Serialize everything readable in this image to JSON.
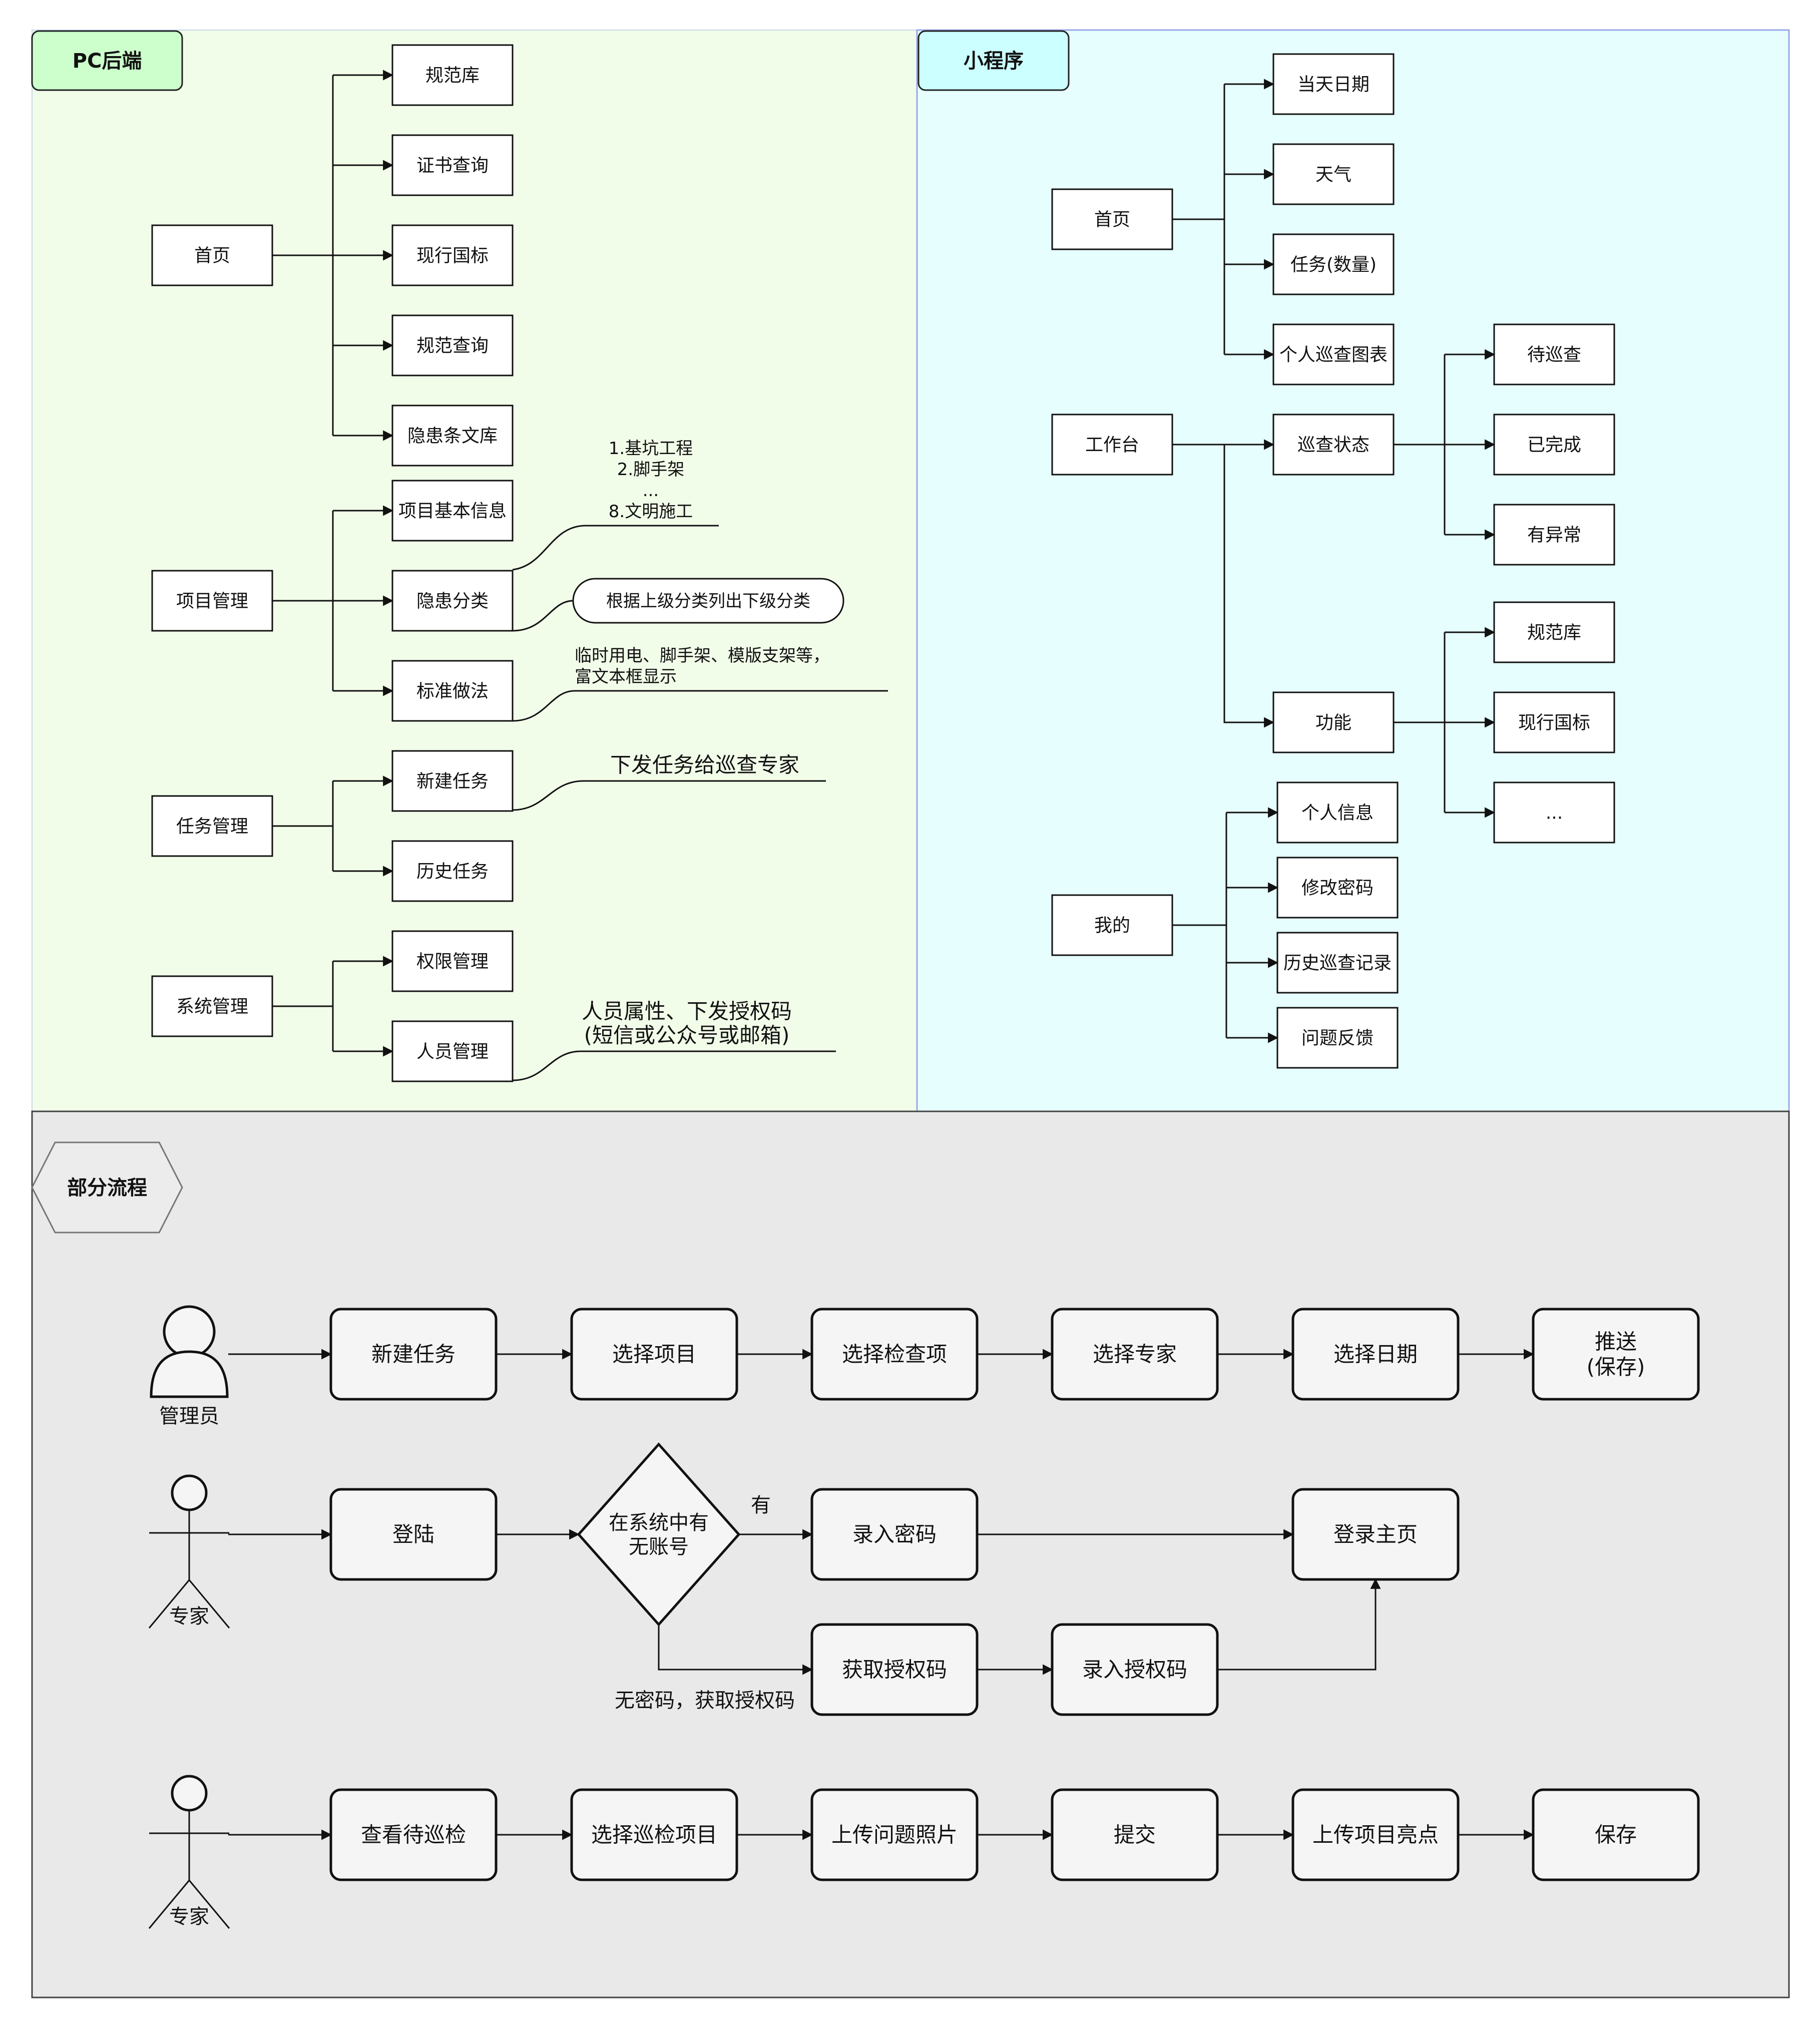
{
  "colors": {
    "pc_panel_bg": "#f2fde9",
    "mini_panel_bg": "#e6fefd",
    "flow_panel_bg": "#e9e9e9",
    "pc_header_bg": "#ccffcc",
    "mini_header_bg": "#ccffff",
    "header_text": "#ff0000",
    "node_fill": "#ffffff",
    "flow_node_fill": "#f5f5f5",
    "line": "#111111"
  },
  "pc": {
    "header": "PC后端",
    "home": "首页",
    "home_children": [
      "规范库",
      "证书查询",
      "现行国标",
      "规范查询",
      "隐患条文库"
    ],
    "project": "项目管理",
    "project_children": [
      "项目基本信息",
      "隐患分类",
      "标准做法"
    ],
    "hazard_note_lines": [
      "1.基坑工程",
      "2.脚手架",
      "...",
      "8.文明施工"
    ],
    "hazard_sub_note": "根据上级分类列出下级分类",
    "standard_note_lines": [
      "临时用电、脚手架、模版支架等，",
      "富文本框显示"
    ],
    "task": "任务管理",
    "task_children": [
      "新建任务",
      "历史任务"
    ],
    "task_note": "下发任务给巡查专家",
    "system": "系统管理",
    "system_children": [
      "权限管理",
      "人员管理"
    ],
    "staff_note_lines": [
      "人员属性、下发授权码",
      "(短信或公众号或邮箱)"
    ]
  },
  "mini": {
    "header": "小程序",
    "home": "首页",
    "home_children": [
      "当天日期",
      "天气",
      "任务(数量)",
      "个人巡查图表"
    ],
    "workbench": "工作台",
    "patrol_status": "巡查状态",
    "patrol_status_children": [
      "待巡查",
      "已完成",
      "有异常"
    ],
    "function": "功能",
    "function_children": [
      "规范库",
      "现行国标",
      "..."
    ],
    "mine": "我的",
    "mine_children": [
      "个人信息",
      "修改密码",
      "历史巡查记录",
      "问题反馈"
    ]
  },
  "flow": {
    "header": "部分流程",
    "row1_actor": "管理员",
    "row1_steps": [
      "新建任务",
      "选择项目",
      "选择检查项",
      "选择专家",
      "选择日期",
      "推送\n(保存)"
    ],
    "row2_actor": "专家",
    "row2_login": "登陆",
    "row2_decision": "在系统中有\n无账号",
    "row2_yes_label": "有",
    "row2_enter_password": "录入密码",
    "row2_home": "登录主页",
    "row2_get_code": "获取授权码",
    "row2_enter_code": "录入授权码",
    "row2_no_label": "无密码，获取授权码",
    "row3_actor": "专家",
    "row3_steps": [
      "查看待巡检",
      "选择巡检项目",
      "上传问题照片",
      "提交",
      "上传项目亮点",
      "保存"
    ]
  }
}
